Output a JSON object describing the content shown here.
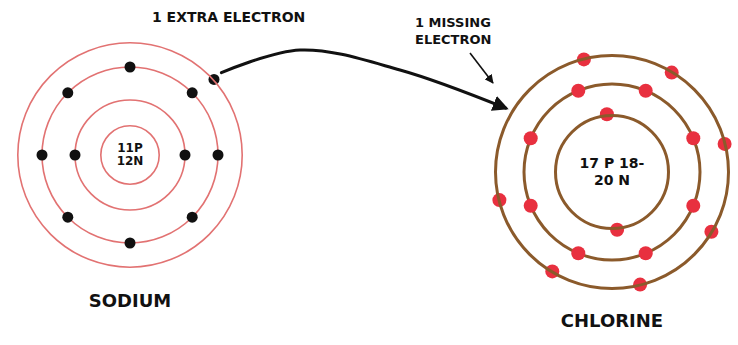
{
  "diagram": {
    "nodes": [
      {
        "text": [
          "SODIUM"
        ]
      },
      {
        "text": [
          "11P 12N"
        ],
        "in": 0
      },
      {
        "text": [
          "CHLORINE"
        ]
      },
      {
        "text": [
          "17 P 18-20 N"
        ],
        "in": 2
      }
    ],
    "edges": [
      {
        "from": 0,
        "to": 2,
        "arrow": "to"
      }
    ],
    "labels": [
      "1 EXTRA ELECTRON",
      "1 MISSING ELECTRON"
    ]
  }
}
